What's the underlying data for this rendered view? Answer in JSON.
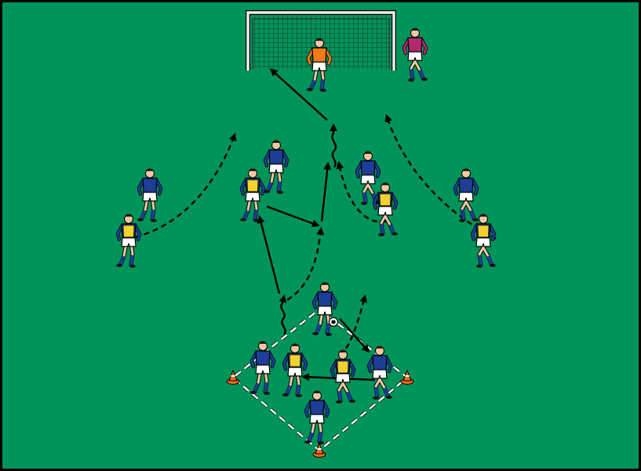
{
  "colors": {
    "pitch": "#00935a",
    "border": "#000000",
    "bib": "#f2d230",
    "team": "#1d3d96",
    "keeper_main": "#f07a1a",
    "keeper_alt": "#b0286e",
    "shorts": "#ffffff",
    "cone": "#f26a1b",
    "line_white": "#ffffff",
    "arrow": "#000000"
  },
  "pass_symbol": "solid-arrow",
  "run_symbol": "dashed-arrow",
  "dribble_symbol": "wavy-arrow"
}
